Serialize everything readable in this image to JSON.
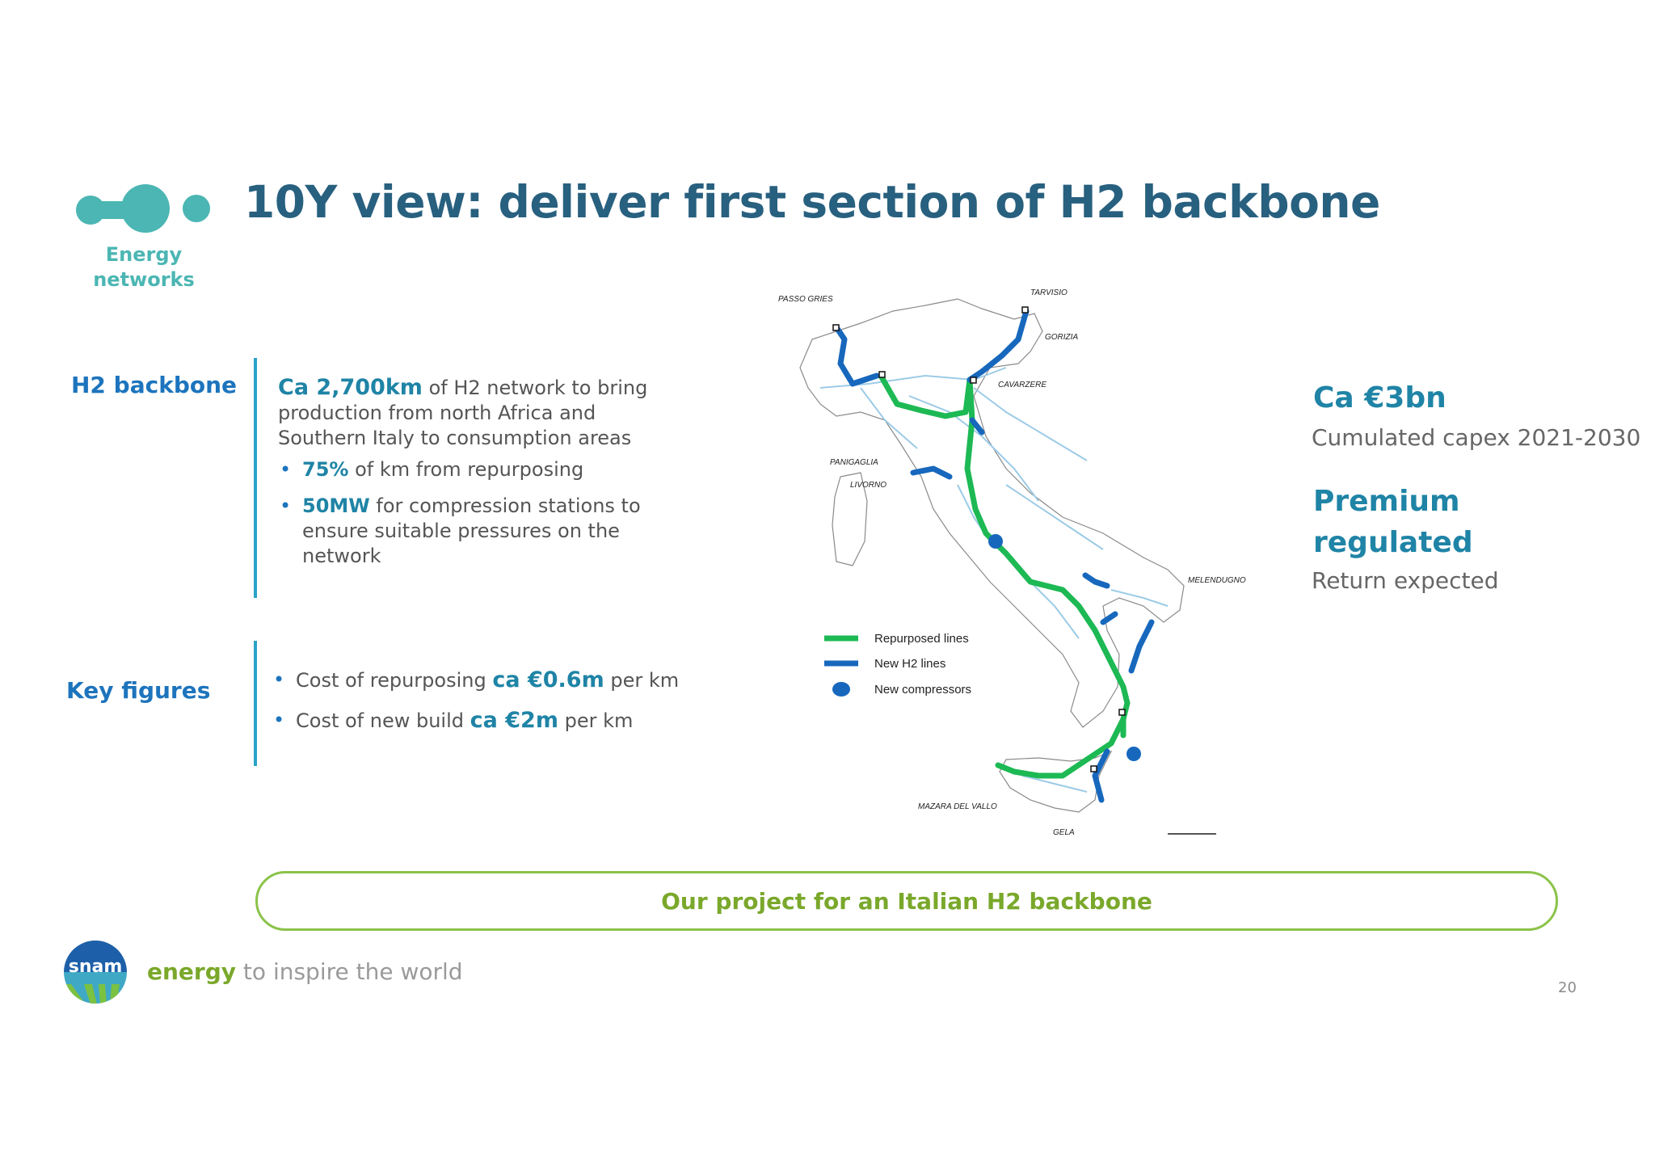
{
  "header": {
    "section_label_line1": "Energy",
    "section_label_line2": "networks",
    "title": "10Y view: deliver first section of H2 backbone"
  },
  "h2_backbone": {
    "label": "H2 backbone",
    "intro_highlight": "Ca 2,700km",
    "intro_rest": " of H2 network to bring production from north Africa and Southern Italy to consumption areas",
    "bullets": [
      {
        "highlight": "75%",
        "rest": " of km from repurposing"
      },
      {
        "highlight": "50MW",
        "rest": " for compression stations to ensure suitable pressures on the network"
      }
    ]
  },
  "key_figures": {
    "label": "Key figures",
    "items": [
      {
        "pre": "Cost of repurposing ",
        "highlight": "ca €0.6m",
        "post": " per km"
      },
      {
        "pre": "Cost of new build ",
        "highlight": "ca €2m",
        "post": " per km"
      }
    ]
  },
  "map": {
    "places": {
      "passo_gries": "PASSO GRIES",
      "tarvisio": "TARVISIO",
      "gorizia": "GORIZIA",
      "cavarzere": "CAVARZERE",
      "panigaglia": "PANIGAGLIA",
      "livorno": "LIVORNO",
      "melendugno": "MELENDUGNO",
      "mazara": "MAZARA DEL VALLO",
      "gela": "GELA"
    },
    "legend": {
      "repurposed": "Repurposed lines",
      "new_h2": "New H2 lines",
      "compressors": "New compressors"
    },
    "colors": {
      "repurposed": "#1db954",
      "new_h2": "#1768bd",
      "existing": "#9ccbe6",
      "outline": "#8a8a8a"
    }
  },
  "right_panel": {
    "capex_value": "Ca €3bn",
    "capex_desc": "Cumulated capex 2021-2030",
    "premium_line1": "Premium",
    "premium_line2": "regulated",
    "premium_desc": "Return expected"
  },
  "banner": "Our project for an Italian H2 backbone",
  "footer": {
    "logo_text": "snam",
    "tagline_accent": "energy",
    "tagline_rest": " to inspire the world",
    "page_number": "20"
  },
  "colors": {
    "title": "#28607f",
    "accent_blue": "#1d74bd",
    "highlight": "#1f84a6",
    "teal": "#4bb6b3",
    "green": "#7aa82b"
  }
}
